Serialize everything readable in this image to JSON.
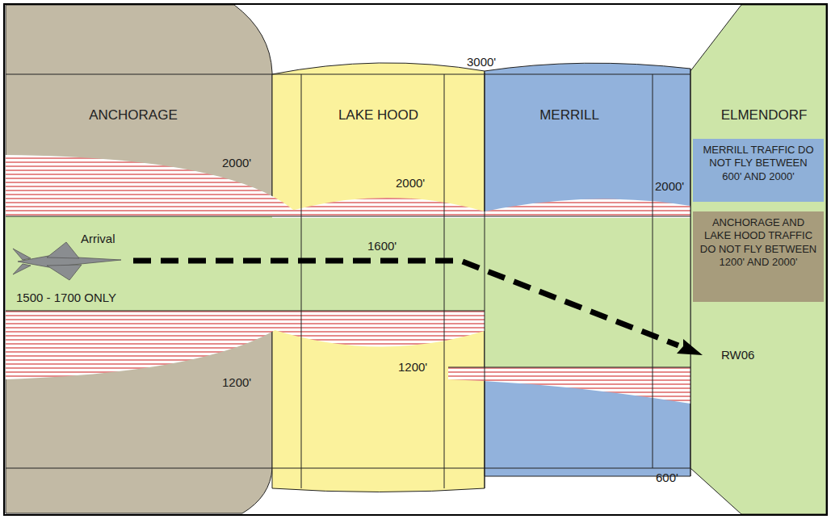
{
  "diagram": {
    "nodes": [
      {
        "text": [
          "ANCHORAGE"
        ]
      },
      {
        "text": [
          "LAKE HOOD"
        ]
      },
      {
        "text": [
          "MERRILL"
        ]
      },
      {
        "text": [
          "ELMENDORF"
        ]
      },
      {
        "text": [
          "MERRILL TRAFFIC DO NOT FLY BETWEEN 600' AND 2000'"
        ],
        "in": 3
      },
      {
        "text": [
          "ANCHORAGE AND LAKE HOOD TRAFFIC DO NOT FLY BETWEEN 1200' AND 2000'"
        ],
        "in": 3
      }
    ],
    "labels": [
      "3000'",
      "2000'",
      "2000'",
      "2000'",
      "Arrival",
      "1600'",
      "1500 - 1700 ONLY",
      "1200'",
      "1200'",
      "RW06",
      "600'"
    ]
  }
}
